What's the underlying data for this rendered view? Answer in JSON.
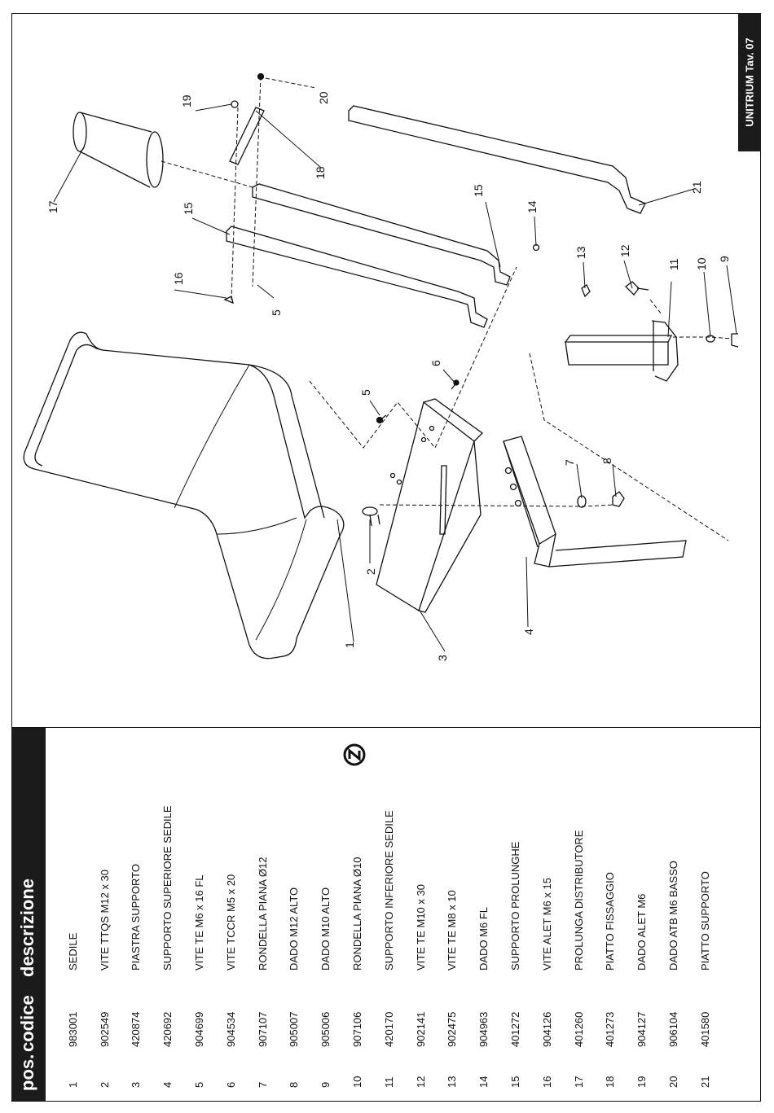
{
  "tab_label": "UNITRIUM Tav. 07",
  "header": {
    "pos": "pos.",
    "codice": "codice",
    "descrizione": "descrizione"
  },
  "parts": [
    {
      "pos": "1",
      "code": "983001",
      "desc": "SEDILE"
    },
    {
      "pos": "2",
      "code": "902549",
      "desc": "VITE TTQS M12 x 30"
    },
    {
      "pos": "3",
      "code": "420874",
      "desc": "PIASTRA SUPPORTO"
    },
    {
      "pos": "4",
      "code": "420692",
      "desc": "SUPPORTO SUPERIORE SEDILE"
    },
    {
      "pos": "5",
      "code": "904699",
      "desc": "VITE TE M6 x 16 FL"
    },
    {
      "pos": "6",
      "code": "904534",
      "desc": "VITE TCCR M5 x 20"
    },
    {
      "pos": "7",
      "code": "907107",
      "desc": "RONDELLA PIANA Ø12"
    },
    {
      "pos": "8",
      "code": "905007",
      "desc": "DADO M12 ALTO"
    },
    {
      "pos": "9",
      "code": "905006",
      "desc": "DADO M10 ALTO"
    },
    {
      "pos": "10",
      "code": "907106",
      "desc": "RONDELLA PIANA Ø10"
    },
    {
      "pos": "11",
      "code": "420170",
      "desc": "SUPPORTO INFERIORE SEDILE"
    },
    {
      "pos": "12",
      "code": "902141",
      "desc": "VITE TE M10 x 30"
    },
    {
      "pos": "13",
      "code": "902475",
      "desc": "VITE TE M8 x 10"
    },
    {
      "pos": "14",
      "code": "904963",
      "desc": "DADO M6 FL"
    },
    {
      "pos": "15",
      "code": "401272",
      "desc": "SUPPORTO PROLUNGHE"
    },
    {
      "pos": "16",
      "code": "904126",
      "desc": "VITE ALET M6 x 15"
    },
    {
      "pos": "17",
      "code": "401260",
      "desc": "PROLUNGA DISTRIBUTORE"
    },
    {
      "pos": "18",
      "code": "401273",
      "desc": "PIATTO FISSAGGIO"
    },
    {
      "pos": "19",
      "code": "904127",
      "desc": "DADO ALET M6"
    },
    {
      "pos": "20",
      "code": "906104",
      "desc": "DADO ATB M6 BASSO"
    },
    {
      "pos": "21",
      "code": "401580",
      "desc": "PIATTO SUPPORTO"
    }
  ],
  "callouts": [
    "1",
    "2",
    "3",
    "4",
    "5",
    "6",
    "7",
    "8",
    "9",
    "10",
    "11",
    "12",
    "13",
    "14",
    "15",
    "15",
    "16",
    "17",
    "18",
    "19",
    "20",
    "21",
    "5"
  ]
}
